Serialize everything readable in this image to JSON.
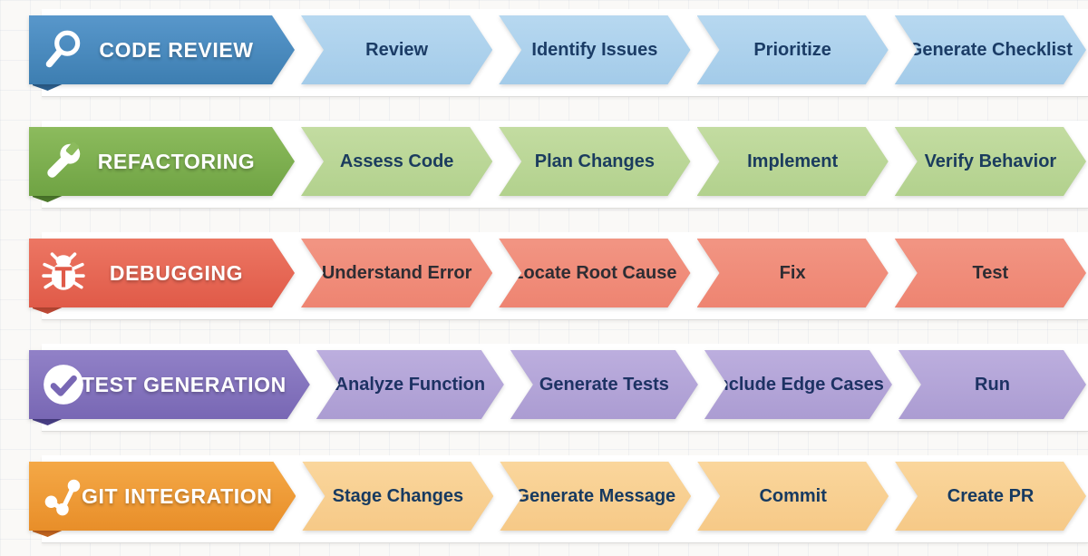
{
  "page": {
    "background": "#faf9f7",
    "sheet_color": "#ffffff",
    "separator_color": "#dcdcda"
  },
  "workflows": [
    {
      "id": "code-review",
      "title": "CODE REVIEW",
      "icon": "magnifier-icon",
      "steps": [
        "Review",
        "Identify Issues",
        "Prioritize",
        "Generate Checklist"
      ],
      "colors": {
        "header_top": "#5897cb",
        "header_bottom": "#3d7eb1",
        "step_top": "#b7d8f0",
        "step_bottom": "#a3cbe9",
        "step_text": "#1b3c66",
        "fold": "#2c5f8d",
        "header_text": "#ffffff"
      }
    },
    {
      "id": "refactoring",
      "title": "REFACTORING",
      "icon": "wrench-icon",
      "steps": [
        "Assess Code",
        "Plan Changes",
        "Implement",
        "Verify Behavior"
      ],
      "colors": {
        "header_top": "#8cbb5d",
        "header_bottom": "#6fa343",
        "step_top": "#c3dca1",
        "step_bottom": "#b2d18d",
        "step_text": "#1b3c5e",
        "fold": "#4d7a2c",
        "header_text": "#ffffff"
      }
    },
    {
      "id": "debugging",
      "title": "DEBUGGING",
      "icon": "bug-icon",
      "steps": [
        "Understand Error",
        "Locate Root Cause",
        "Fix",
        "Test"
      ],
      "colors": {
        "header_top": "#ec7663",
        "header_bottom": "#e05a48",
        "step_top": "#f29583",
        "step_bottom": "#ee8471",
        "step_text": "#2e2d33",
        "fold": "#c04a36",
        "header_text": "#ffffff"
      }
    },
    {
      "id": "test-generation",
      "title": "TEST GENERATION",
      "icon": "check-circle-icon",
      "steps": [
        "Analyze Function",
        "Generate Tests",
        "Include Edge Cases",
        "Run"
      ],
      "colors": {
        "header_top": "#9181c7",
        "header_bottom": "#7867b4",
        "step_top": "#bcaede",
        "step_bottom": "#ab9cd2",
        "step_text": "#1d3263",
        "fold": "#4a4088",
        "header_text": "#ffffff"
      }
    },
    {
      "id": "git-integration",
      "title": "GIT INTEGRATION",
      "icon": "git-branch-icon",
      "steps": [
        "Stage Changes",
        "Generate Message",
        "Commit",
        "Create PR"
      ],
      "colors": {
        "header_top": "#f4a846",
        "header_bottom": "#e88e29",
        "step_top": "#fad69c",
        "step_bottom": "#f6c987",
        "step_text": "#173a60",
        "fold": "#c2641f",
        "header_text": "#ffffff"
      }
    }
  ]
}
